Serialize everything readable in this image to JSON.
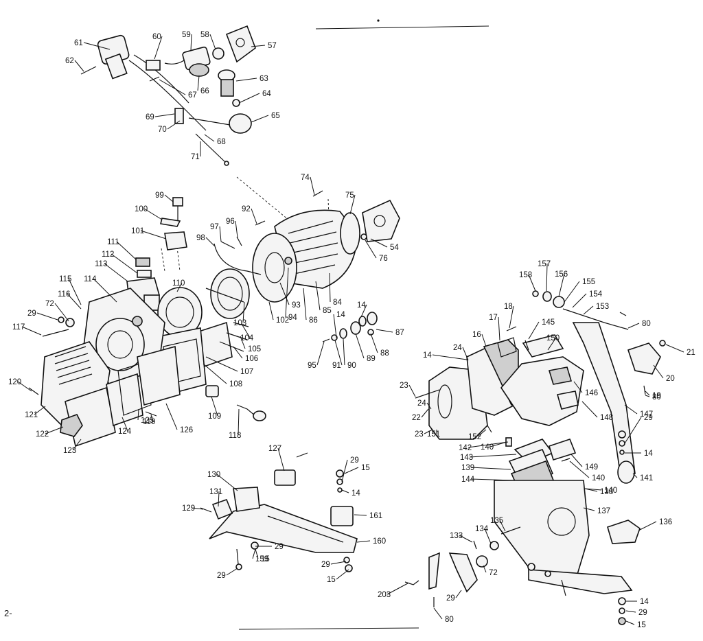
{
  "diagram": {
    "page_marker": "2-",
    "callouts": [
      "61",
      "62",
      "60",
      "59",
      "58",
      "57",
      "63",
      "64",
      "65",
      "66",
      "67",
      "69",
      "70",
      "68",
      "71",
      "74",
      "75",
      "54",
      "76",
      "99",
      "100",
      "101",
      "92",
      "96",
      "97",
      "98",
      "111",
      "112",
      "113",
      "110",
      "114",
      "115",
      "116",
      "29",
      "72",
      "117",
      "93",
      "94",
      "86",
      "85",
      "84",
      "14",
      "87",
      "88",
      "89",
      "90",
      "91",
      "95",
      "102",
      "103",
      "104",
      "105",
      "106",
      "107",
      "108",
      "109",
      "118",
      "119",
      "120",
      "121",
      "122",
      "123",
      "124",
      "125",
      "126",
      "127",
      "130",
      "131",
      "129",
      "15",
      "161",
      "160",
      "159",
      "158",
      "157",
      "156",
      "155",
      "154",
      "153",
      "80",
      "21",
      "20",
      "19",
      "18",
      "17",
      "16",
      "24",
      "23",
      "22",
      "151",
      "152",
      "145",
      "150",
      "146",
      "147",
      "148",
      "149",
      "140",
      "141",
      "142",
      "143",
      "139",
      "144",
      "138",
      "137",
      "136",
      "135",
      "134",
      "133",
      "72",
      "29",
      "203"
    ]
  }
}
